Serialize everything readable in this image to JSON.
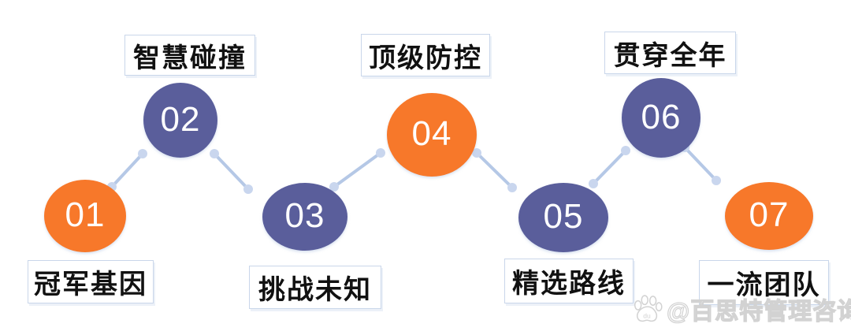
{
  "diagram": {
    "type": "zigzag-process-timeline",
    "background": "#ffffff",
    "steps": [
      {
        "number": "01",
        "label": "冠军基因",
        "color": "orange",
        "row": "bottom"
      },
      {
        "number": "02",
        "label": "智慧碰撞",
        "color": "purple",
        "row": "top"
      },
      {
        "number": "03",
        "label": "挑战未知",
        "color": "purple",
        "row": "bottom"
      },
      {
        "number": "04",
        "label": "顶级防控",
        "color": "orange",
        "row": "top"
      },
      {
        "number": "05",
        "label": "精选路线",
        "color": "purple",
        "row": "bottom"
      },
      {
        "number": "06",
        "label": "贯穿全年",
        "color": "purple",
        "row": "top"
      },
      {
        "number": "07",
        "label": "一流团队",
        "color": "orange",
        "row": "bottom"
      }
    ],
    "watermark": {
      "text": "@百思特管理咨询",
      "icon": "baidu-paw-icon"
    }
  },
  "colors": {
    "orange": "#F7782A",
    "purple": "#5A5E9B",
    "connector-line": "#B5C8E6",
    "connector-dot": "#C9D6EE",
    "label-border": "#C9D6EA",
    "label-text": "#111111",
    "number-text": "#ffffff",
    "watermark-outline": "#d2d2d2"
  }
}
